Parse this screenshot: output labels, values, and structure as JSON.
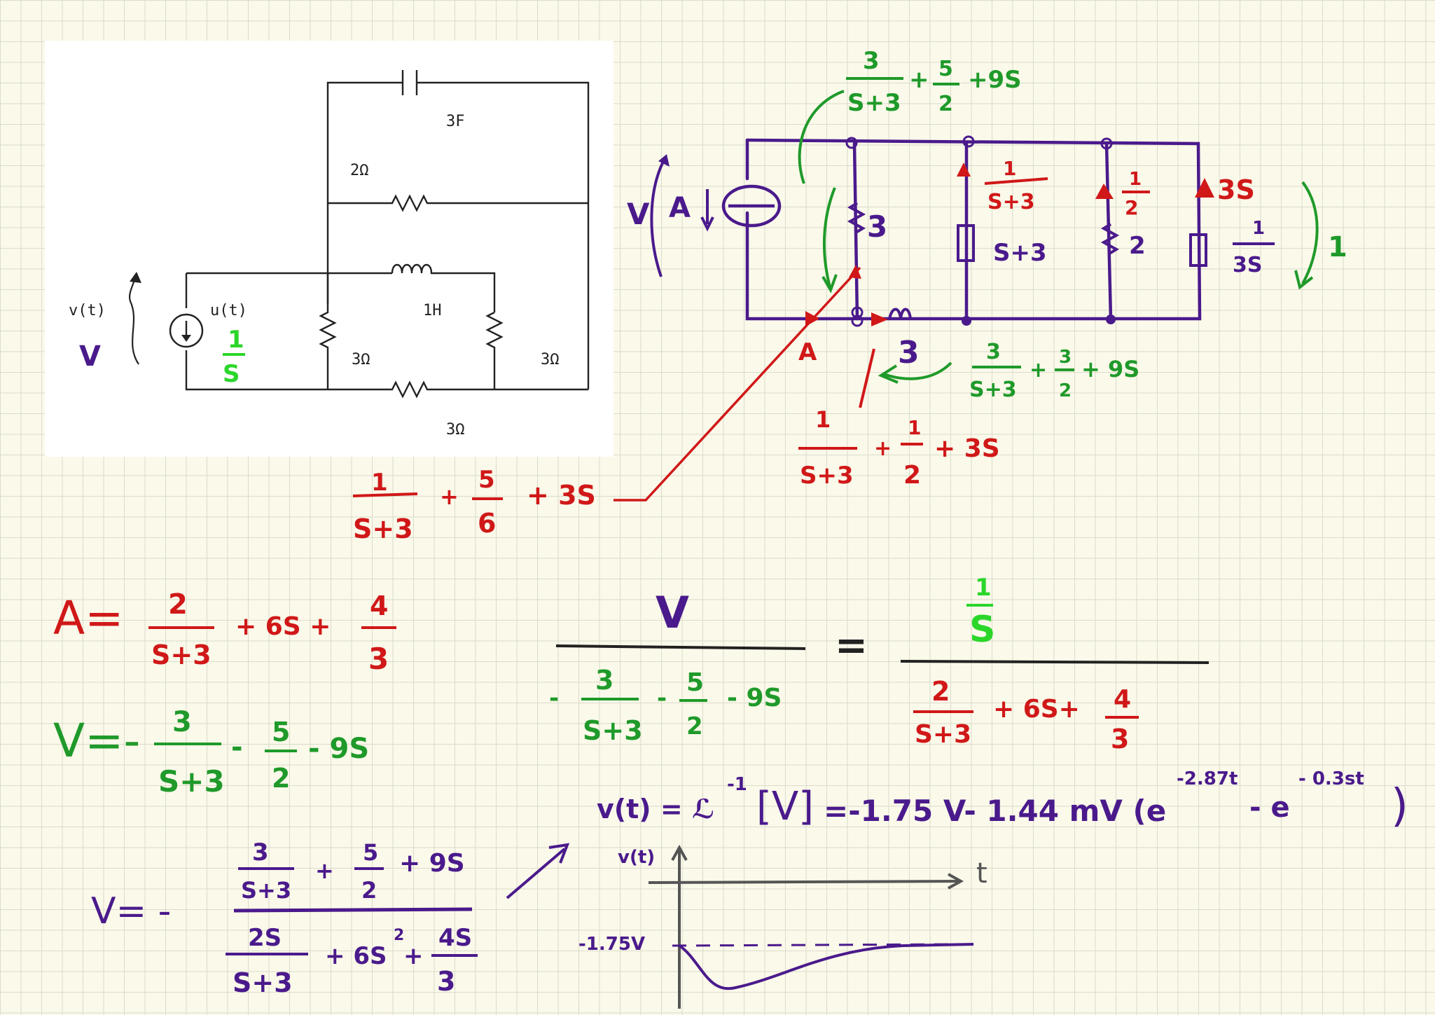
{
  "schematic": {
    "cap_label": "3F",
    "r_top_label": "2Ω",
    "inductor_label": "1H",
    "r_left_label": "3Ω",
    "r_right_label": "3Ω",
    "r_bottom_label": "3Ω",
    "voltage_label": "v(t)",
    "source_label": "u(t)",
    "v_handwritten": "V",
    "source_laplace_num": "1",
    "source_laplace_den": "S"
  },
  "network": {
    "v_label": "V",
    "a_label": "A",
    "top_sum_num1": "3",
    "top_sum_den1": "S+3",
    "top_sum_plus1": "+",
    "top_sum_num2": "5",
    "top_sum_den2": "2",
    "top_sum_rest": "+9S",
    "r3": "3",
    "i1_num": "1",
    "i1_den": "S+3",
    "z1": "S+3",
    "i2_num": "1",
    "i2_den": "2",
    "z2": "2",
    "i3": "3S",
    "z3_num": "1",
    "z3_den": "3S",
    "loop1": "1",
    "node_a": "A",
    "ind_value": "3",
    "bottom_sum_num1": "3",
    "bottom_sum_den1": "S+3",
    "bottom_sum_plus1": "+",
    "bottom_sum_num2": "3",
    "bottom_sum_den2": "2",
    "bottom_sum_rest": "+ 9S",
    "red_sum_num1": "1",
    "red_sum_den1": "S+3",
    "red_sum_plus1": "+",
    "red_sum_num2": "1",
    "red_sum_den2": "2",
    "red_sum_rest": "+ 3S",
    "red2_num1": "1",
    "red2_den1": "S+3",
    "red2_plus1": "+",
    "red2_num2": "5",
    "red2_den2": "6",
    "red2_rest": "+ 3S"
  },
  "equations": {
    "a_lhs": "A=",
    "a_num1": "2",
    "a_den1": "S+3",
    "a_mid": "+ 6S +",
    "a_num2": "4",
    "a_den2": "3",
    "v_lhs": "V=-",
    "v_num1": "3",
    "v_den1": "S+3",
    "v_minus": "-",
    "v_num2": "5",
    "v_den2": "2",
    "v_rest": "- 9S",
    "v2_lhs": "V= -",
    "v2_top_num1": "3",
    "v2_top_den1": "S+3",
    "v2_top_plus": "+",
    "v2_top_num2": "5",
    "v2_top_den2": "2",
    "v2_top_rest": "+ 9S",
    "v2_bot_num1": "2S",
    "v2_bot_den1": "S+3",
    "v2_bot_plus": "+ 6S",
    "v2_bot_exp": "2",
    "v2_bot_plus2": "+",
    "v2_bot_num2": "4S",
    "v2_bot_den2": "3",
    "ratio_v": "V",
    "ratio_den_a": "-",
    "ratio_den_num1": "3",
    "ratio_den_den1": "S+3",
    "ratio_den_minus": "-",
    "ratio_den_num2": "5",
    "ratio_den_den2": "2",
    "ratio_den_rest": "- 9S",
    "ratio_eq": "=",
    "ratio_r_num": "1",
    "ratio_r_den": "S",
    "ratio_r_num1": "2",
    "ratio_r_den1": "S+3",
    "ratio_r_mid": "+ 6S+",
    "ratio_r_num2": "4",
    "ratio_r_den2": "3",
    "vt_expr": "v(t) = ℒ",
    "vt_inv": "-1",
    "vt_bracket": "[V]",
    "vt_result": "=-1.75 V- 1.44 mV (e",
    "vt_exp1": "-2.87t",
    "vt_mid": "- e",
    "vt_exp2": "- 0.3st",
    "vt_close": ")"
  },
  "plot": {
    "ylabel": "v(t)",
    "xlabel": "t",
    "level_label": "-1.75V"
  }
}
